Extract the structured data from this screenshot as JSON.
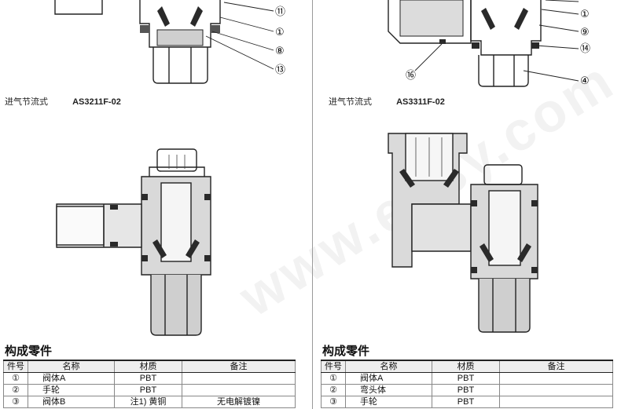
{
  "watermark": "www.ehsy.com",
  "left": {
    "figure_label": {
      "kind": "进气节流式",
      "model": "AS3211F-02"
    },
    "callouts": [
      "⑪",
      "①",
      "⑧",
      "⑬"
    ],
    "parts_title": "构成零件",
    "table": {
      "headers": [
        "件号",
        "名称",
        "材质",
        "备注"
      ],
      "rows": [
        [
          "①",
          "阀体A",
          "PBT",
          ""
        ],
        [
          "②",
          "手轮",
          "PBT",
          ""
        ],
        [
          "③",
          "阀体B",
          "注1) 黄铜",
          "无电解镀镍"
        ]
      ]
    }
  },
  "right": {
    "figure_label": {
      "kind": "进气节流式",
      "model": "AS3311F-02"
    },
    "callouts": [
      "①",
      "⑨",
      "⑭",
      "④",
      "⑯"
    ],
    "parts_title": "构成零件",
    "table": {
      "headers": [
        "件号",
        "名称",
        "材质",
        "备注"
      ],
      "rows": [
        [
          "①",
          "阀体A",
          "PBT",
          ""
        ],
        [
          "②",
          "弯头体",
          "PBT",
          ""
        ],
        [
          "③",
          "手轮",
          "PBT",
          ""
        ]
      ]
    }
  }
}
